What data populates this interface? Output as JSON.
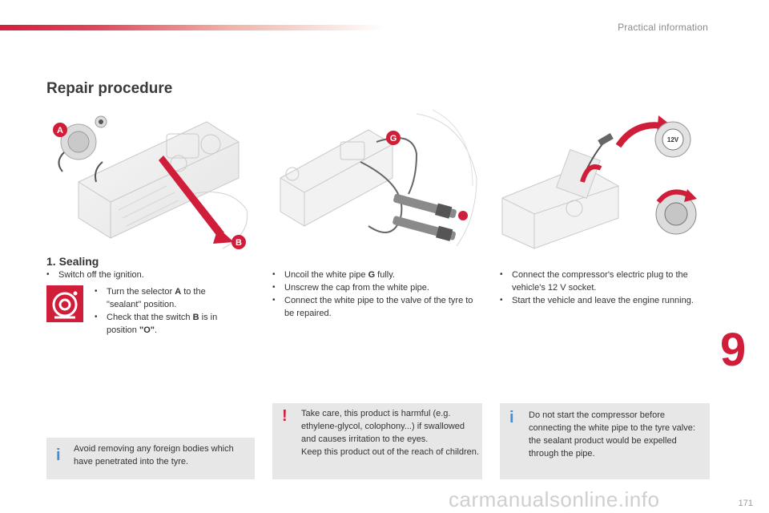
{
  "header": {
    "section": "Practical information"
  },
  "title": "Repair procedure",
  "chapter_number": "9",
  "figure_labels": {
    "a": "A",
    "b": "B",
    "g": "G",
    "socket": "12V"
  },
  "sealing": {
    "heading": "1. Sealing",
    "step1": "Switch off the ignition.",
    "step2_pre": "Turn the selector ",
    "step2_key": "A",
    "step2_post": " to the \"sealant\" position.",
    "step3_pre": "Check that the switch ",
    "step3_key": "B",
    "step3_post": " is in position ",
    "step3_val": "\"O\"",
    "step3_end": "."
  },
  "middle": {
    "step1_pre": "Uncoil the white pipe ",
    "step1_key": "G",
    "step1_post": " fully.",
    "step2": "Unscrew the cap from the white pipe.",
    "step3": "Connect the white pipe to the valve of the tyre to be repaired."
  },
  "right": {
    "step1": "Connect the compressor's electric plug to the vehicle's 12 V socket.",
    "step2": "Start the vehicle and leave the engine running."
  },
  "notes": {
    "info_left": "Avoid removing any foreign bodies which have penetrated into the tyre.",
    "warning": "Take care, this product is harmful (e.g. ethylene-glycol, colophony...) if swallowed and causes irritation to the eyes.\nKeep this product out of the reach of children.",
    "info_right": "Do not start the compressor before connecting the white pipe to the tyre valve: the sealant product would be expelled through the pipe."
  },
  "bullet_symbol": "•",
  "icons": {
    "info": "i",
    "warning": "!"
  },
  "colors": {
    "accent": "#d01e3a",
    "info_blue": "#3f8fd6",
    "box_bg": "#e7e7e7"
  },
  "page_number": "171",
  "watermark": "carmanualsonline.info"
}
